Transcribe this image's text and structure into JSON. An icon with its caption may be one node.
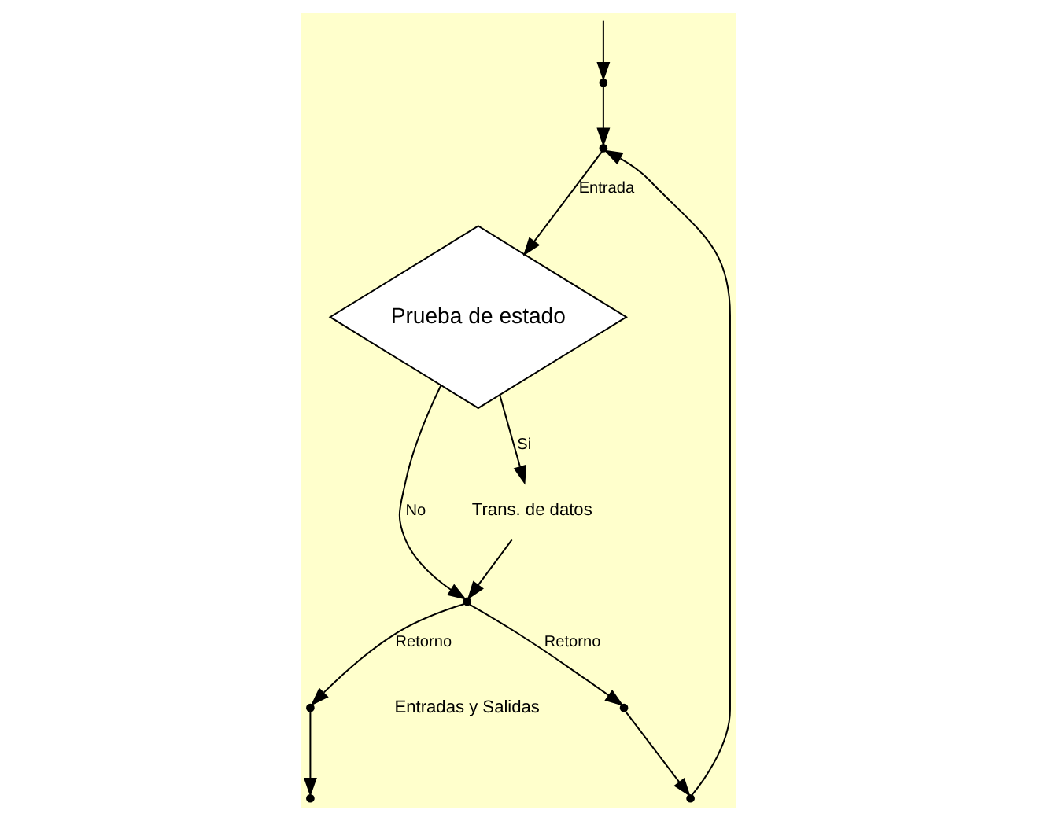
{
  "diagram": {
    "nodes": [
      {
        "text": [],
        "shape": "point"
      },
      {
        "text": [
          "Prueba de estado"
        ]
      },
      {
        "text": [
          "Trans. de datos"
        ]
      },
      {
        "text": [],
        "shape": "point"
      },
      {
        "text": [],
        "shape": "point"
      },
      {
        "text": [],
        "shape": "point"
      },
      {
        "text": [],
        "shape": "point"
      },
      {
        "text": [],
        "shape": "point"
      },
      {
        "text": [],
        "shape": "point"
      }
    ],
    "edges": [
      {
        "from": null,
        "to": 4,
        "arrow": "to"
      },
      {
        "from": 4,
        "to": 0,
        "arrow": "to"
      },
      {
        "from": 3,
        "to": 5,
        "arrow": "to",
        "label": "Retorno"
      },
      {
        "from": 5,
        "to": 6,
        "arrow": "to"
      },
      {
        "from": 6,
        "to": 0,
        "arrow": "to"
      },
      {
        "from": 3,
        "to": 7,
        "arrow": "to",
        "label": "Retorno"
      },
      {
        "from": 7,
        "to": 8,
        "arrow": "to"
      },
      {
        "from": 0,
        "to": 1,
        "arrow": "to",
        "label": "Entrada"
      },
      {
        "from": 1,
        "to": 2,
        "arrow": "to",
        "label": "Si"
      },
      {
        "from": 2,
        "to": 3,
        "arrow": "to"
      },
      {
        "from": 1,
        "to": 3,
        "arrow": "to",
        "label": "No"
      }
    ],
    "labels": [
      "Entradas y Salidas"
    ]
  }
}
